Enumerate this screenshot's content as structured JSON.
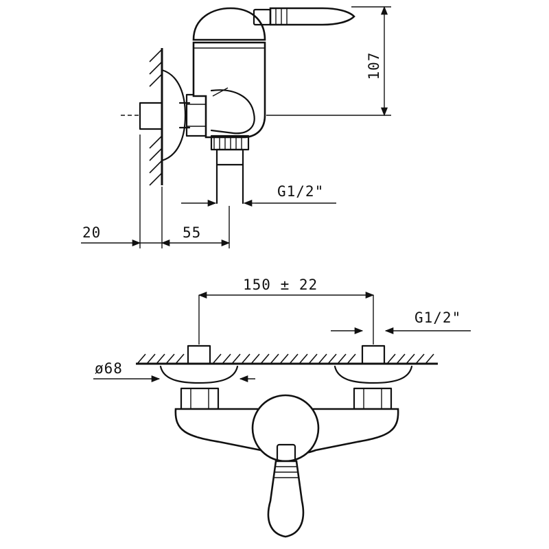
{
  "dimensions": {
    "height_107": "107",
    "thread_side": "G1/2\"",
    "wall_offset": "20",
    "projection": "55",
    "centers": "150 ± 22",
    "thread_front": "G1/2\"",
    "flange_diameter": "ø68"
  }
}
